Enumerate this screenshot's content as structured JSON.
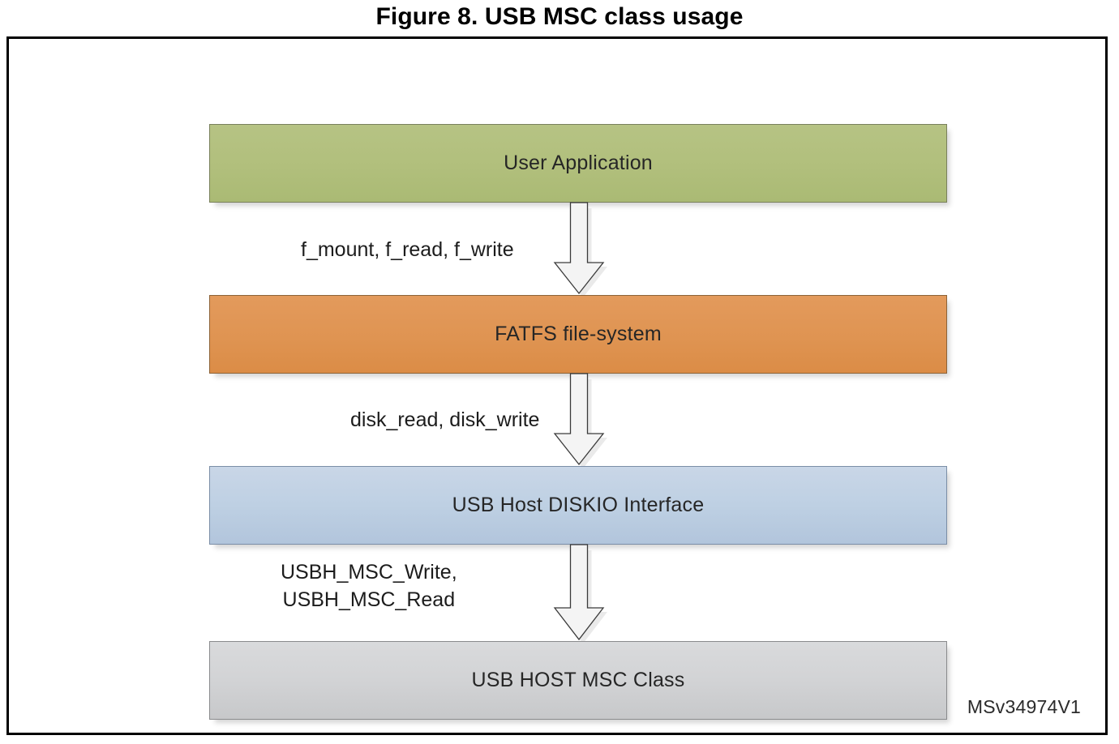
{
  "figure": {
    "title": "Figure 8. USB MSC class usage",
    "id_label": "MSv34974V1"
  },
  "boxes": [
    {
      "name": "user-application",
      "label": "User Application",
      "color": "#b1bf7c"
    },
    {
      "name": "fatfs-file-system",
      "label": "FATFS file-system",
      "color": "#df9452"
    },
    {
      "name": "usb-host-diskio-interface",
      "label": "USB Host DISKIO Interface",
      "color": "#bed0e3"
    },
    {
      "name": "usb-host-msc-class",
      "label": "USB HOST MSC Class",
      "color": "#d2d3d5"
    }
  ],
  "arrows": [
    {
      "name": "arrow-app-to-fatfs",
      "direction": "down",
      "label": "f_mount, f_read, f_write"
    },
    {
      "name": "arrow-fatfs-to-diskio",
      "direction": "down",
      "label": "disk_read, disk_write"
    },
    {
      "name": "arrow-diskio-to-msc",
      "direction": "down",
      "label": "USBH_MSC_Write,\nUSBH_MSC_Read"
    }
  ]
}
